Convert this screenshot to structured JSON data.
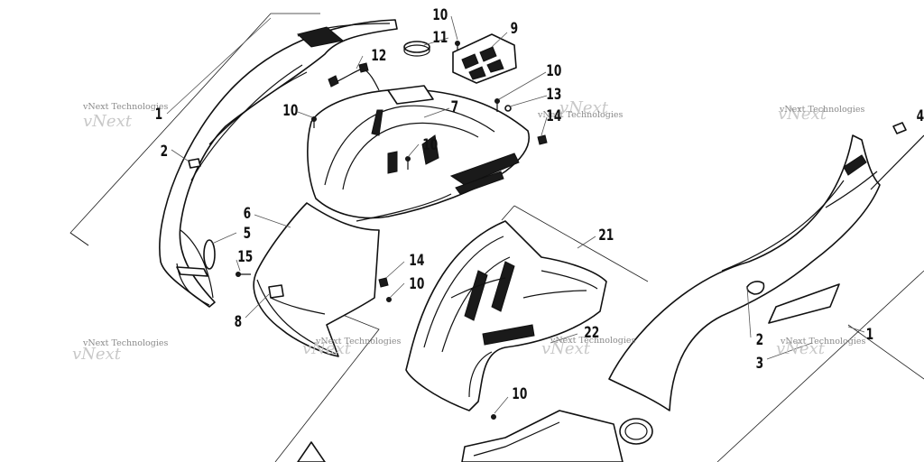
{
  "diagram": {
    "watermark_text": "vNext Technologies",
    "callouts": {
      "c1_left": "1",
      "c1_right": "1",
      "c2_left": "2",
      "c2_right": "2",
      "c3": "3",
      "c4": "4",
      "c5": "5",
      "c6": "6",
      "c7": "7",
      "c8": "8",
      "c9": "9",
      "c10_top": "10",
      "c10_left": "10",
      "c10_mid": "10",
      "c10_right": "10",
      "c10_lower": "10",
      "c10_bottom": "10",
      "c11": "11",
      "c12": "12",
      "c13": "13",
      "c14_top": "14",
      "c14_low": "14",
      "c15": "15",
      "c21": "21",
      "c22": "22"
    }
  }
}
